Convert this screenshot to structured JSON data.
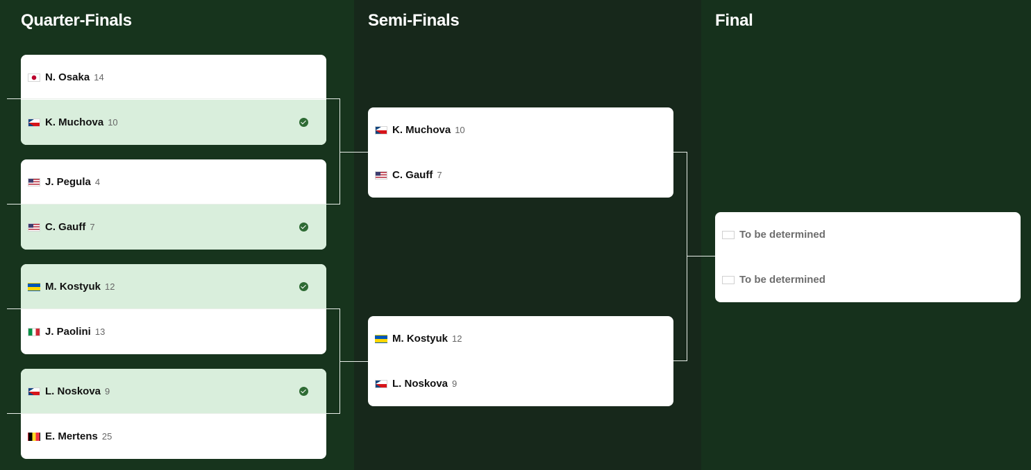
{
  "rounds": {
    "quarter_finals": "Quarter-Finals",
    "semi_finals": "Semi-Finals",
    "final": "Final"
  },
  "quarter_finals": [
    {
      "players": [
        {
          "name": "N. Osaka",
          "seed": "14",
          "flag": "flag-jp",
          "winner": false
        },
        {
          "name": "K. Muchova",
          "seed": "10",
          "flag": "flag-cz",
          "winner": true
        }
      ]
    },
    {
      "players": [
        {
          "name": "J. Pegula",
          "seed": "4",
          "flag": "flag-us",
          "winner": false
        },
        {
          "name": "C. Gauff",
          "seed": "7",
          "flag": "flag-us",
          "winner": true
        }
      ]
    },
    {
      "players": [
        {
          "name": "M. Kostyuk",
          "seed": "12",
          "flag": "flag-ua",
          "winner": true
        },
        {
          "name": "J. Paolini",
          "seed": "13",
          "flag": "flag-it",
          "winner": false
        }
      ]
    },
    {
      "players": [
        {
          "name": "L. Noskova",
          "seed": "9",
          "flag": "flag-cz",
          "winner": true
        },
        {
          "name": "E. Mertens",
          "seed": "25",
          "flag": "flag-be",
          "winner": false
        }
      ]
    }
  ],
  "semi_finals": [
    {
      "players": [
        {
          "name": "K. Muchova",
          "seed": "10",
          "flag": "flag-cz"
        },
        {
          "name": "C. Gauff",
          "seed": "7",
          "flag": "flag-us"
        }
      ]
    },
    {
      "players": [
        {
          "name": "M. Kostyuk",
          "seed": "12",
          "flag": "flag-ua"
        },
        {
          "name": "L. Noskova",
          "seed": "9",
          "flag": "flag-cz"
        }
      ]
    }
  ],
  "final": {
    "players": [
      {
        "name": "To be determined",
        "flag": "flag-none"
      },
      {
        "name": "To be determined",
        "flag": "flag-none"
      }
    ]
  },
  "colors": {
    "winner_row": "#d9eedc",
    "check": "#2e6b34",
    "qf_column": "#17341d",
    "sf_column": "#17281b",
    "final_column": "#16311c"
  }
}
